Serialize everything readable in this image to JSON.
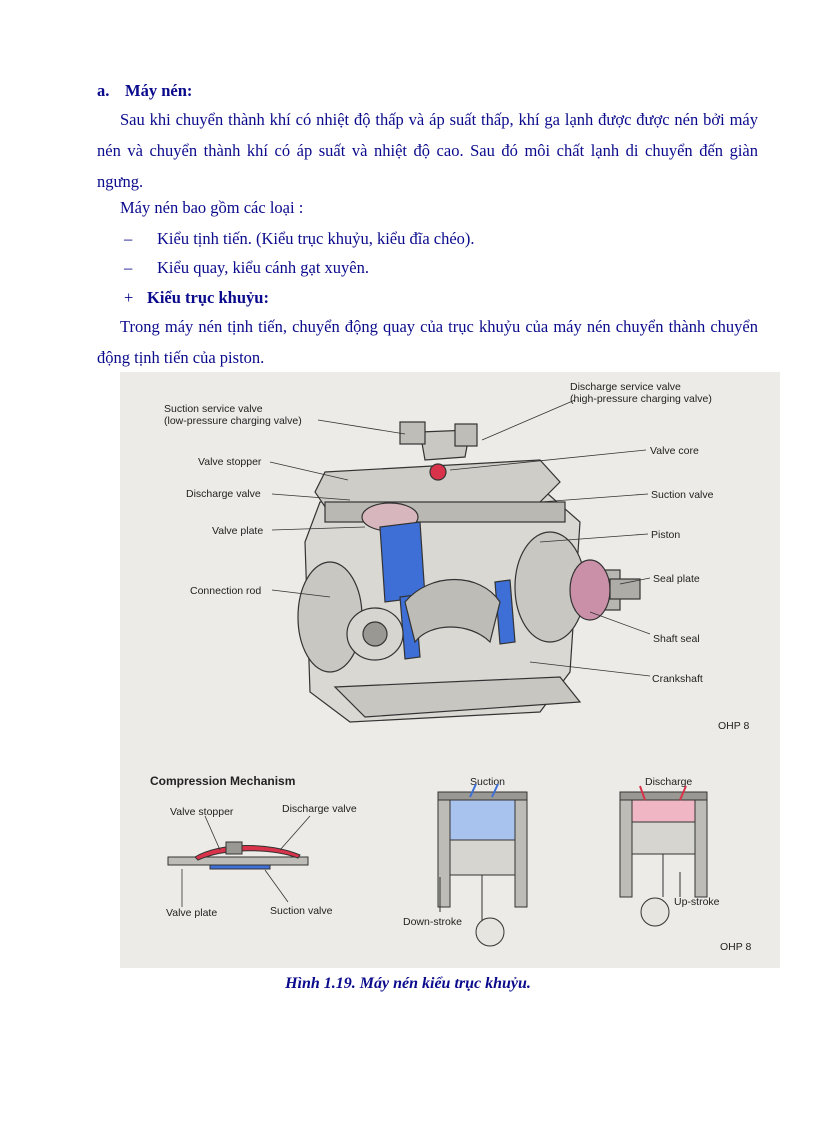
{
  "section": {
    "letter": "a.",
    "title": "Máy nén:"
  },
  "paragraphs": {
    "p1": "Sau khi chuyển thành khí có nhiệt độ thấp và áp suất thấp, khí ga lạnh được được nén bởi máy nén và chuyển thành khí có áp suất và nhiệt độ cao. Sau đó môi chất lạnh di chuyển đến giàn ngưng.",
    "p2": "Máy nén bao gồm các loại :",
    "p3": "Trong máy nén tịnh tiến, chuyển động quay của trục khuỷu của máy nén chuyển thành chuyển động tịnh tiến của piston."
  },
  "bullets": [
    {
      "mark": "–",
      "text": "Kiểu tịnh tiến. (Kiểu trục khuỷu, kiểu đĩa chéo)."
    },
    {
      "mark": "–",
      "text": "Kiểu quay, kiểu cánh gạt xuyên."
    }
  ],
  "subsection": {
    "mark": "+",
    "title": "Kiểu trục khuỷu:"
  },
  "figure": {
    "labels_left": [
      "Suction service valve",
      "(low-pressure charging valve)",
      "Valve stopper",
      "Discharge valve",
      "Valve plate",
      "Connection rod"
    ],
    "labels_right": [
      "Discharge service valve",
      "(high-pressure charging valve)",
      "Valve core",
      "Suction valve",
      "Piston",
      "Seal plate",
      "Shaft seal",
      "Crankshaft"
    ],
    "ohp_top": "OHP 8",
    "mechanism_title": "Compression Mechanism",
    "mech_labels": {
      "valve_stopper": "Valve stopper",
      "discharge_valve": "Discharge valve",
      "valve_plate": "Valve plate",
      "suction_valve": "Suction valve"
    },
    "suction_title": "Suction",
    "discharge_title": "Discharge",
    "down_stroke": "Down-stroke",
    "up_stroke": "Up-stroke",
    "ohp_bottom": "OHP 8"
  },
  "caption": "Hình 1.19. Máy nén kiểu trục khuỷu.",
  "colors": {
    "text": "#0a0a8c",
    "figure_bg": "#ecebe7",
    "blue_part": "#3d6fd6",
    "red_part": "#d8334a"
  }
}
